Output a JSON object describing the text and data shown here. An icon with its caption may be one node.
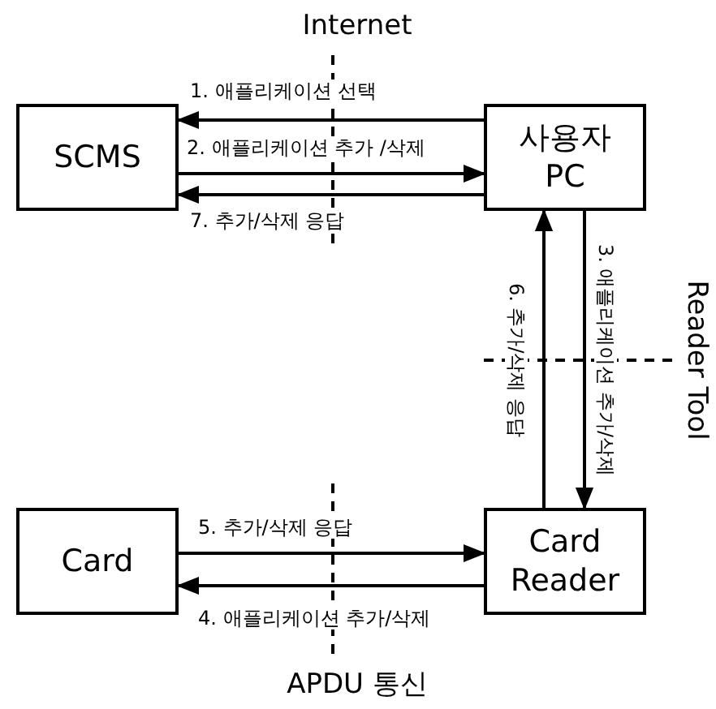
{
  "diagram": {
    "nodes": [
      {
        "text": [
          "SCMS"
        ]
      },
      {
        "text": [
          "사용자 PC"
        ]
      },
      {
        "text": [
          "Card"
        ]
      },
      {
        "text": [
          "Card Reader"
        ]
      }
    ],
    "edges": [
      {
        "from": 1,
        "to": 0,
        "arrow": "to",
        "label": "1. 애플리케이션 선택"
      },
      {
        "from": 0,
        "to": 1,
        "arrow": "to",
        "label": "2. 애플리케이션 추가 /삭제"
      },
      {
        "from": 1,
        "to": 3,
        "arrow": "to",
        "label": "3. 애플리케이션 추가/삭제"
      },
      {
        "from": 3,
        "to": 2,
        "arrow": "to",
        "label": "4. 애플리케이션 추가/삭제"
      },
      {
        "from": 2,
        "to": 3,
        "arrow": "to",
        "label": "5. 추가/삭제 응답"
      },
      {
        "from": 3,
        "to": 1,
        "arrow": "to",
        "label": "6. 추가/삭제 응답"
      },
      {
        "from": 1,
        "to": 0,
        "arrow": "to",
        "label": "7. 추가/삭제 응답"
      }
    ],
    "labels": [
      "Internet",
      "Reader Tool",
      "APDU 통신"
    ]
  }
}
